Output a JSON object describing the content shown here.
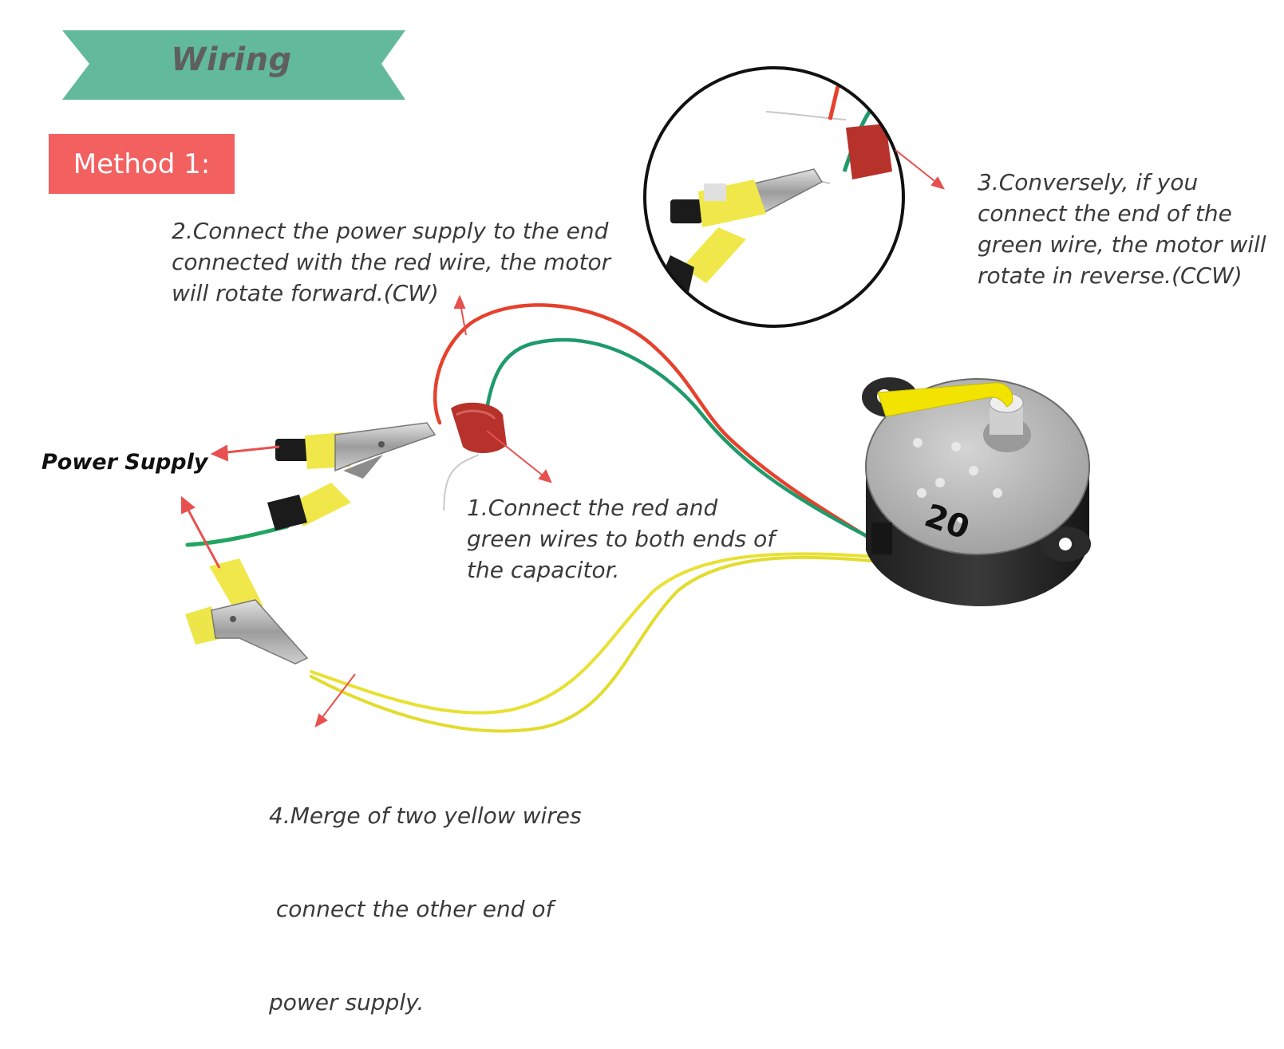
{
  "title": "Wiring",
  "method": "Method 1:",
  "power_supply_label": "Power Supply",
  "notes": {
    "step1": [
      "1.Connect the red and",
      "green wires to both ends of",
      "the capacitor."
    ],
    "step2": [
      "2.Connect the power supply to the end",
      "connected with the red wire, the motor",
      "will rotate forward.(CW)"
    ],
    "step3": [
      "3.Conversely, if you",
      "connect the end of the",
      "green wire, the motor will",
      "rotate in reverse.(CCW)"
    ],
    "step4": [
      "4.Merge of two yellow wires",
      " connect the other end of",
      "power supply."
    ]
  },
  "motor_marking": "20",
  "colors": {
    "banner": "#63b99c",
    "method_box": "#f26060",
    "arrow": "#e8504f",
    "wire_red": "#e6412d",
    "wire_green": "#1f9a6b",
    "wire_yellow": "#e8e132",
    "capacitor": "#b8322c"
  }
}
